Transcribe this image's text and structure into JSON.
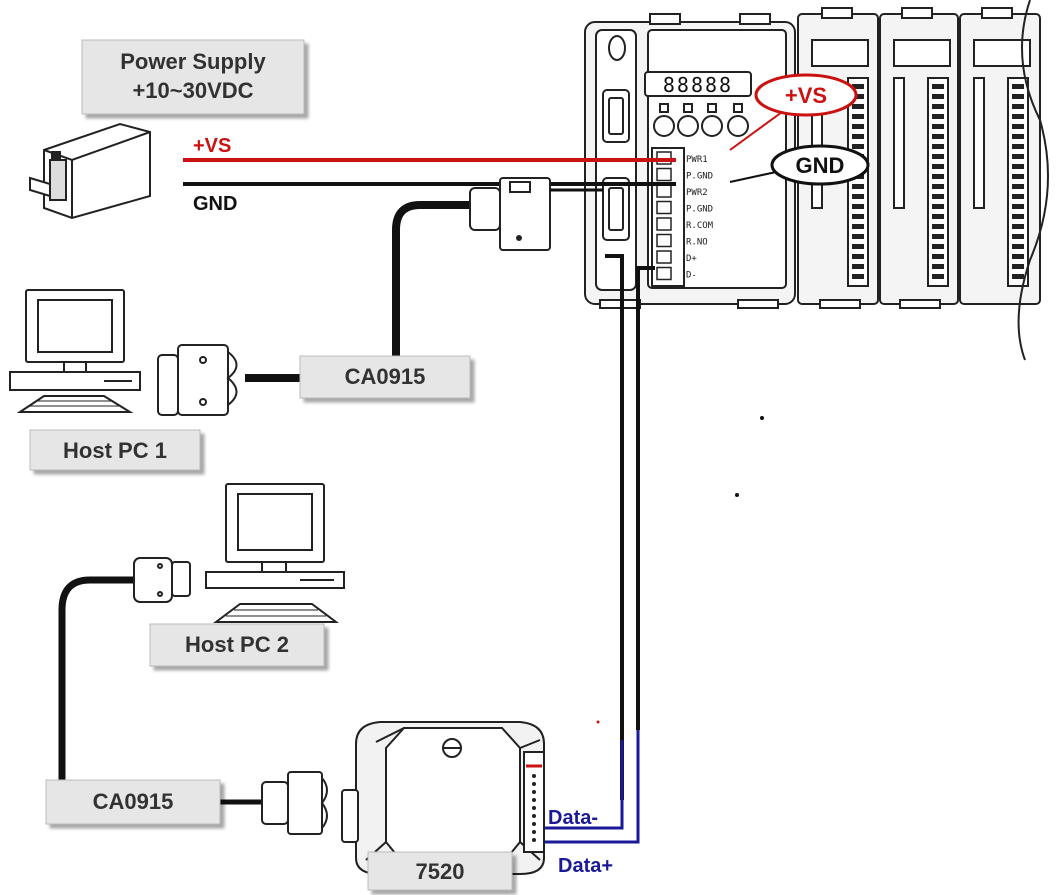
{
  "labels": {
    "power_supply_line1": "Power Supply",
    "power_supply_line2": "+10~30VDC",
    "vs_wire": "+VS",
    "gnd_wire": "GND",
    "vs_callout": "+VS",
    "gnd_callout": "GND",
    "cable_top": "CA0915",
    "cable_bottom": "CA0915",
    "host_pc1": "Host PC 1",
    "host_pc2": "Host PC 2",
    "converter": "7520",
    "data_minus": "Data-",
    "data_plus": "Data+"
  },
  "terminal_pins": [
    "PWR1",
    "P.GND",
    "PWR2",
    "P.GND",
    "R.COM",
    "R.NO",
    "D+",
    "D-"
  ],
  "led_display": "88888",
  "colors": {
    "vs_wire": "#cc1111",
    "gnd_wire": "#111111",
    "data_wire": "#1a1a99",
    "label_box": "#e6e6e6",
    "label_text": "#333333",
    "callout_red": "#cc1111",
    "outline": "#222222"
  },
  "icons": {
    "power_supply": "power-supply-icon",
    "pc": "desktop-pc-icon",
    "plc": "plc-rack-icon",
    "converter": "rs232-rs485-converter-icon",
    "connector": "db9-connector-icon"
  }
}
